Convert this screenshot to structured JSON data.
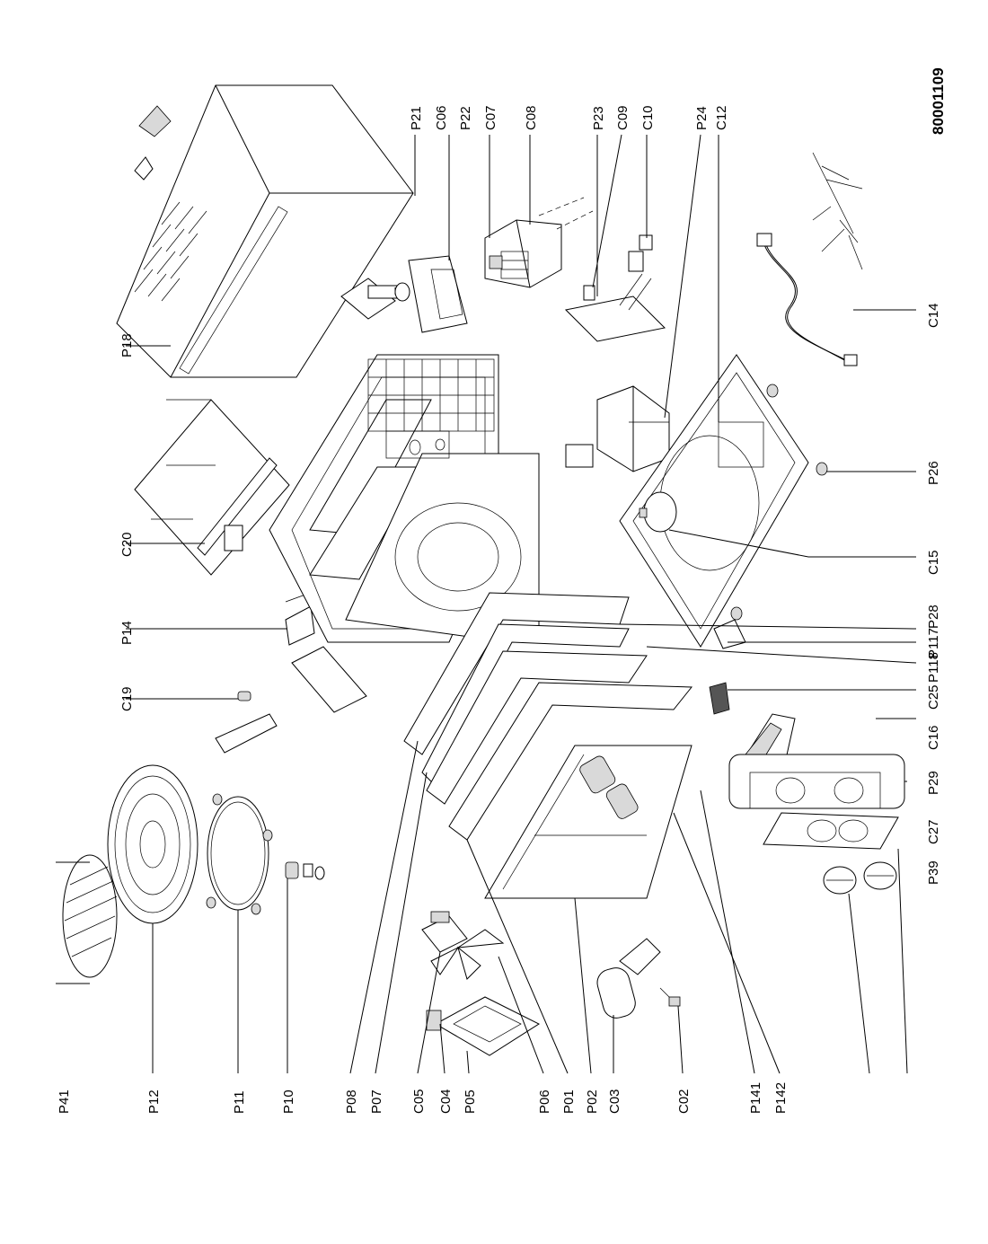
{
  "document_number": "80001109",
  "callouts": {
    "P41": "P41",
    "P12": "P12",
    "P11": "P11",
    "P10": "P10",
    "P08": "P08",
    "P07": "P07",
    "C05": "C05",
    "C04": "C04",
    "P05": "P05",
    "P06": "P06",
    "P01": "P01",
    "P02": "P02",
    "C03": "C03",
    "C02": "C02",
    "P141": "P141",
    "P142": "P142",
    "P39": "P39",
    "C27": "C27",
    "P29": "P29",
    "C16": "C16",
    "C25": "C25",
    "P117": "P117",
    "P118": "P118",
    "P28": "P28",
    "C19": "C19",
    "P14": "P14",
    "C20": "C20",
    "C15": "C15",
    "P26": "P26",
    "C14": "C14",
    "P18": "P18",
    "P21": "P21",
    "C06": "C06",
    "P22": "P22",
    "C07": "C07",
    "C08": "C08",
    "P23": "P23",
    "C09": "C09",
    "C10": "C10",
    "P24": "P24",
    "C12": "C12"
  }
}
